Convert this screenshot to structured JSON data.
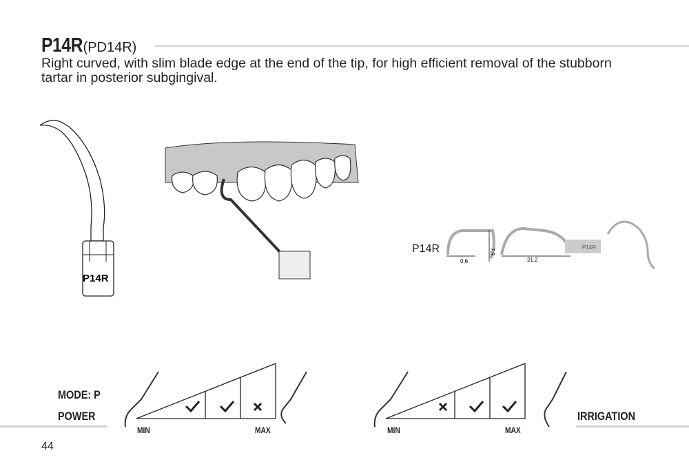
{
  "header": {
    "code": "P14R",
    "alt_code": "(PD14R)",
    "description": "Right curved, with slim blade edge at the end of the tip, for high efficient removal of the stubborn tartar in posterior subgingival."
  },
  "tip_illustration": {
    "engraving": "P14R"
  },
  "dimension_diagram": {
    "label": "P14R",
    "width_dim": "0,6",
    "height_dim": "7,9",
    "length_dim": "21,2",
    "engraving": "P14R"
  },
  "power": {
    "mode_label": "MODE: P",
    "label": "POWER",
    "min": "MIN",
    "max": "MAX",
    "levels": [
      "check",
      "check",
      "cross"
    ]
  },
  "irrigation": {
    "label": "IRRIGATION",
    "min": "MIN",
    "max": "MAX",
    "levels": [
      "cross",
      "check",
      "check"
    ]
  },
  "page_number": "44"
}
